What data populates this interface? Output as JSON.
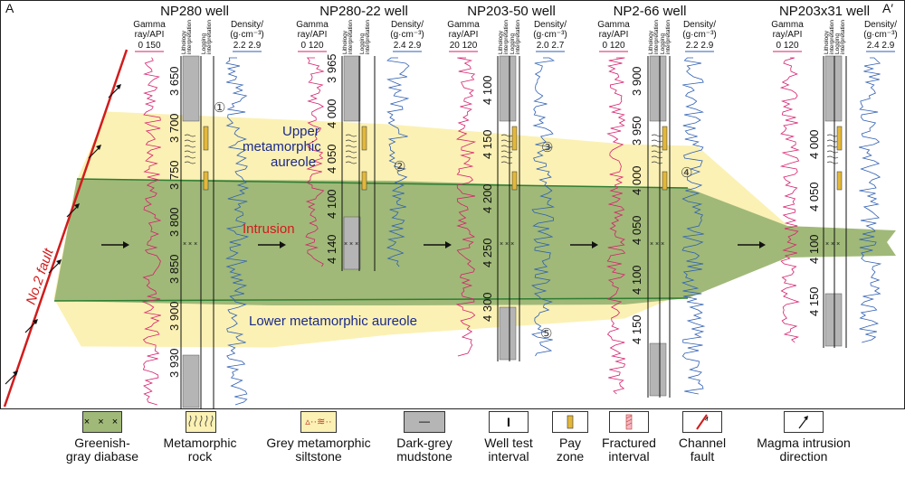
{
  "labels": {
    "left_end": "A",
    "right_end": "A′",
    "fault": "No.2 fault",
    "upper_aureole": [
      "Upper",
      "metamorphic",
      "aureole"
    ],
    "intrusion": "Intrusion",
    "lower_aureole": "Lower metamorphic aureole",
    "circled": [
      "①",
      "②",
      "③",
      "④",
      "⑤"
    ]
  },
  "header_texts": {
    "gamma": [
      "Gamma",
      "ray/API"
    ],
    "density": [
      "Density/",
      "(g·cm⁻³)"
    ],
    "lithology": [
      "Lithology",
      "interpretation"
    ],
    "logging": [
      "Logging",
      "interpretation"
    ]
  },
  "wells": [
    {
      "name": "NP280 well",
      "gamma_scale": "0  150",
      "density_scale": "2.2  2.9",
      "depths": [
        "3 650",
        "3 700",
        "3 750",
        "3 800",
        "3 850",
        "3 900",
        "3 930"
      ]
    },
    {
      "name": "NP280-22 well",
      "gamma_scale": "0  120",
      "density_scale": "2.4  2.9",
      "depths": [
        "3 965",
        "4 000",
        "4 050",
        "4 100",
        "4 140"
      ]
    },
    {
      "name": "NP203-50 well",
      "gamma_scale": "20 120",
      "density_scale": "2.0  2.7",
      "depths": [
        "4 100",
        "4 150",
        "4 200",
        "4 250",
        "4 300"
      ]
    },
    {
      "name": "NP2-66 well",
      "gamma_scale": "0  120",
      "density_scale": "2.2  2.9",
      "depths": [
        "3 900",
        "3 950",
        "4 000",
        "4 050",
        "4 100",
        "4 150"
      ]
    },
    {
      "name": "NP203x31 well",
      "gamma_scale": "0  120",
      "density_scale": "2.4  2.9",
      "depths": [
        "4 000",
        "4 050",
        "4 100",
        "4 150"
      ]
    }
  ],
  "legend": [
    {
      "label": "Greenish-\ngray diabase",
      "icon": "diabase-swatch"
    },
    {
      "label": "Metamorphic\nrock",
      "icon": "metamorphic-swatch"
    },
    {
      "label": "Grey metamorphic\nsiltstone",
      "icon": "siltstone-swatch"
    },
    {
      "label": "Dark-grey\nmudstone",
      "icon": "mudstone-swatch"
    },
    {
      "label": "Well test\ninterval",
      "icon": "well-test-icon"
    },
    {
      "label": "Pay\nzone",
      "icon": "pay-zone-swatch"
    },
    {
      "label": "Fractured\ninterval",
      "icon": "fractured-swatch"
    },
    {
      "label": "Channel\nfault",
      "icon": "channel-fault-icon"
    },
    {
      "label": "Magma intrusion\ndirection",
      "icon": "arrow-icon"
    }
  ],
  "colors": {
    "aureole": "#fbf1b4",
    "intrusion": "#a0b978",
    "boundary": "#2f7d32",
    "gamma": "#d6206e",
    "density": "#2f5fb3",
    "fault": "#d21b1b",
    "mudstone": "#b5b5b5",
    "label_blue": "#1b2a8a",
    "pay": "#e3b73a"
  }
}
